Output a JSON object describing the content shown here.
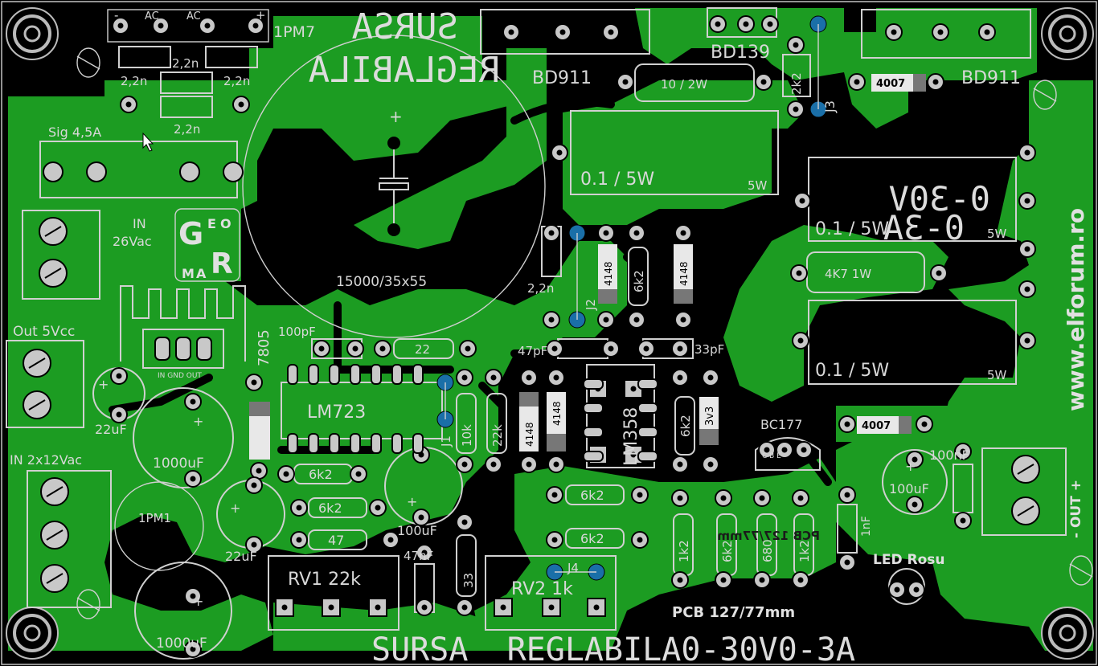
{
  "board": {
    "title_bottom": "SURSA  REGLABILA0-30V0-3A",
    "title_top_mirrored_1": "SURSA",
    "title_top_mirrored_2": "REGLABILA",
    "website": "www.elforum.ro",
    "pcb_size": "PCB 127/77mm",
    "pcb_size_mirrored": "PCB 127/77mm",
    "logo_letters": [
      "G",
      "E",
      "O",
      "R",
      "M",
      "A"
    ]
  },
  "labels": {
    "pm7": "1PM7",
    "pm7_minus": "-",
    "pm7_ac1": "AC",
    "pm7_ac2": "AC",
    "pm7_plus": "+",
    "cap_2n2_a": "2,2n",
    "cap_2n2_b": "2,2n",
    "cap_2n2_c": "2,2n",
    "cap_2n2_d": "2,2n",
    "cap_2n2_e": "2,2n",
    "fuse": "Sig 4,5A",
    "in_26vac_1": "IN",
    "in_26vac_2": "26Vac",
    "big_cap": "15000/35x55",
    "big_cap_plus": "+",
    "bd911_left": "BD911",
    "bd139": "BD139",
    "bd911_right": "BD911",
    "res_10_2w": "10 / 2W",
    "res_2k2": "2k2",
    "d_4007_top": "4007",
    "j3": "J3",
    "res_01_5w_a": "0.1 / 5W",
    "res_01_5w_a_rating": "5W",
    "out_range_mirrored_1": "0-30V",
    "out_range_mirrored_2": "0-3A",
    "res_01_5w_b": "0.1 / 5W",
    "res_01_5w_b_rating": "5W",
    "res_4k7_1w": "4K7 1W",
    "res_01_5w_c": "0.1 / 5W",
    "res_01_5w_c_rating": "5W",
    "out_5vcc": "Out 5Vcc",
    "reg_7805": "7805",
    "reg_pins": "IN GND OUT",
    "cap_100pf": "100pF",
    "res_22": "22",
    "cap_47pf": "47pF",
    "cap_33pf": "33pF",
    "lm723": "LM723",
    "lm358": "LM358",
    "j2": "J2",
    "j1": "J1",
    "d_4148_a": "4148",
    "res_6k2_v": "6k2",
    "d_4148_b": "4148",
    "res_10k": "10k",
    "res_22k": "22k",
    "d_4148_c": "4148",
    "d_4148_d": "4148",
    "res_6k2_v2": "6k2",
    "z_3v3": "3v3",
    "bc177": "BC177",
    "bc177_pins": "C B E",
    "d_4007_mid": "4007",
    "cap_22uf_a": "22uF",
    "cap_1000uf_a": "1000uF",
    "in_2x12vac": "IN 2x12Vac",
    "pm1": "1PM1",
    "res_6k2_a": "6k2",
    "res_6k2_b": "6k2",
    "res_47": "47",
    "cap_22uf_b": "22uF",
    "cap_100uf_a": "100uF",
    "cap_47nf": "47nF",
    "rv1": "RV1 22k",
    "res_33": "33",
    "rv2": "RV2  1k",
    "j4": "J4",
    "res_6k2_c": "6k2",
    "res_6k2_d": "6k2",
    "res_1k2_a": "1k2",
    "res_6k2_e": "6k2",
    "res_680": "680",
    "res_1k2_b": "1k2",
    "cap_100nf": "100nF",
    "cap_100uf_b": "100uF",
    "cap_1nf": "1nF",
    "led": "LED Rosu",
    "out_terminal": "- OUT +",
    "cap_1000uf_b": "1000uF",
    "plus": "+"
  },
  "colors": {
    "copper": "#1c9c22",
    "background": "#000000",
    "silkscreen": "#d0d0d0",
    "via": "#1a6fa8"
  }
}
